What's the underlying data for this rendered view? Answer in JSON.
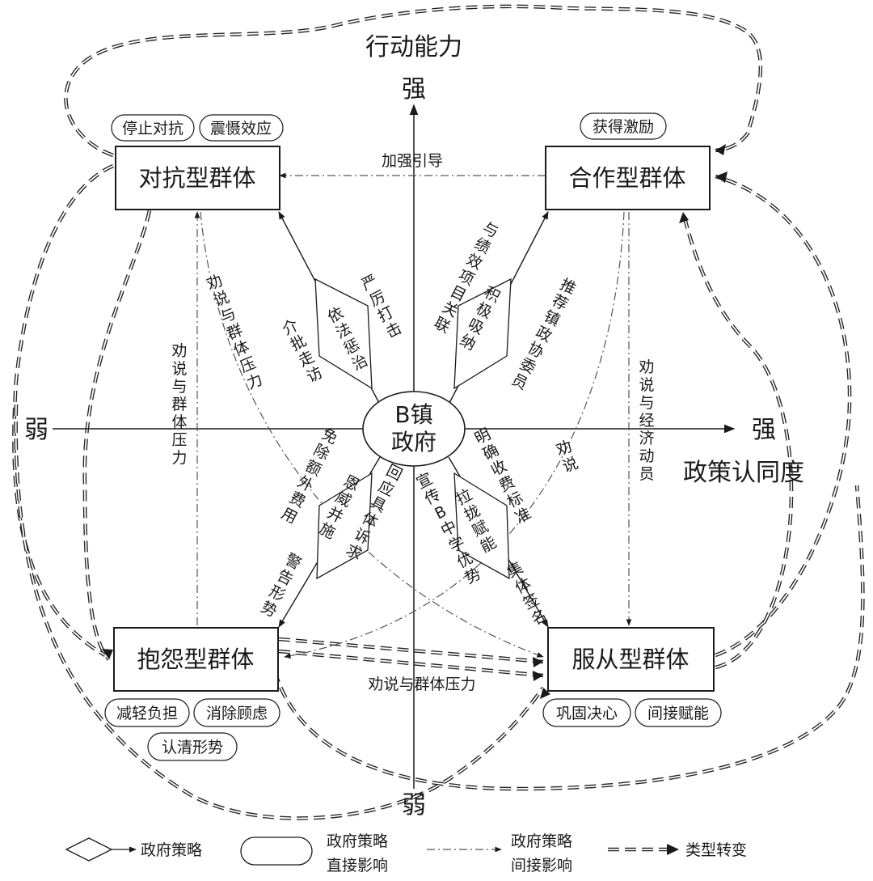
{
  "axes": {
    "y_title": "行动能力",
    "x_title": "政策认同度",
    "top": "强",
    "bottom": "弱",
    "left": "弱",
    "right": "强"
  },
  "center": {
    "line1": "B镇",
    "line2": "政府"
  },
  "groups": {
    "antagonistic": "对抗型群体",
    "cooperative": "合作型群体",
    "complaining": "抱怨型群体",
    "obedient": "服从型群体"
  },
  "pills": {
    "stop_confront": "停止对抗",
    "deterrence": "震慑效应",
    "get_incentive": "获得激励",
    "reduce_burden": "减轻负担",
    "remove_worry": "消除顾虑",
    "see_situation": "认清形势",
    "consolidate": "巩固决心",
    "indirect_empower": "间接赋能"
  },
  "strategies": {
    "law_punish": "依法惩治",
    "strict_strike": "严厉打击",
    "intro_petition": "介批走访",
    "active_absorb": "积极吸纳",
    "performance_link": "与绩效项目关联",
    "recommend_cppcc": "推荐镇政协委员",
    "grace_power": "恩威并施",
    "exempt_fees": "免除额外费用",
    "respond_demand": "回应具体诉求",
    "warn_situation": "警告形势",
    "win_empower": "拉拢赋能",
    "clear_fees": "明确收费标准",
    "promote_school": "宣传B中学优势",
    "collective_sign": "集体签名"
  },
  "influences": {
    "strengthen_guide": "加强引导",
    "persuade_pressure_1": "劝说与群体压力",
    "persuade_pressure_2": "劝说与群体压力",
    "persuade": "劝说",
    "persuade_economic": "劝说与经济动员",
    "persuade_pressure_bottom": "劝说与群体压力"
  },
  "legend": {
    "strategy": "政府策略",
    "direct_1": "政府策略",
    "direct_2": "直接影响",
    "indirect_1": "政府策略",
    "indirect_2": "间接影响",
    "transform": "类型转变"
  }
}
